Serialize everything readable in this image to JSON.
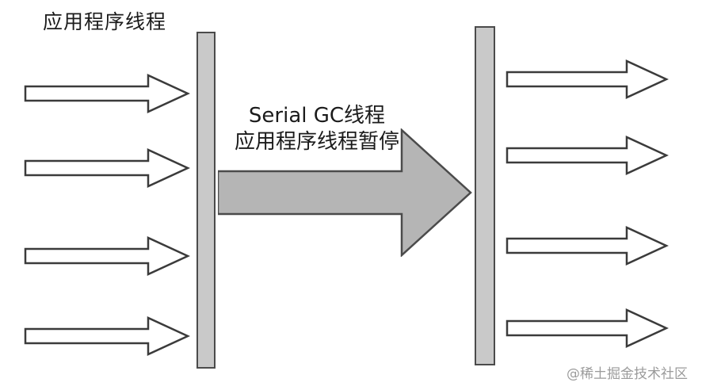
{
  "diagram": {
    "title": "应用程序线程",
    "gc_label": {
      "line1": "Serial GC线程",
      "line2": "应用程序线程暂停"
    },
    "watermark": "@稀土掘金技术社区",
    "left_thread_arrows": 4,
    "right_thread_arrows": 4,
    "colors": {
      "thread_arrow_fill": "#ffffff",
      "thread_arrow_outline": "#3b3b3b",
      "gc_arrow_fill": "#b5b5b5",
      "gc_arrow_outline": "#4b4b4b",
      "pause_bar_fill": "#c9c9c9",
      "text": "#1b1b1b",
      "watermark_text": "#9b9b9b"
    }
  }
}
